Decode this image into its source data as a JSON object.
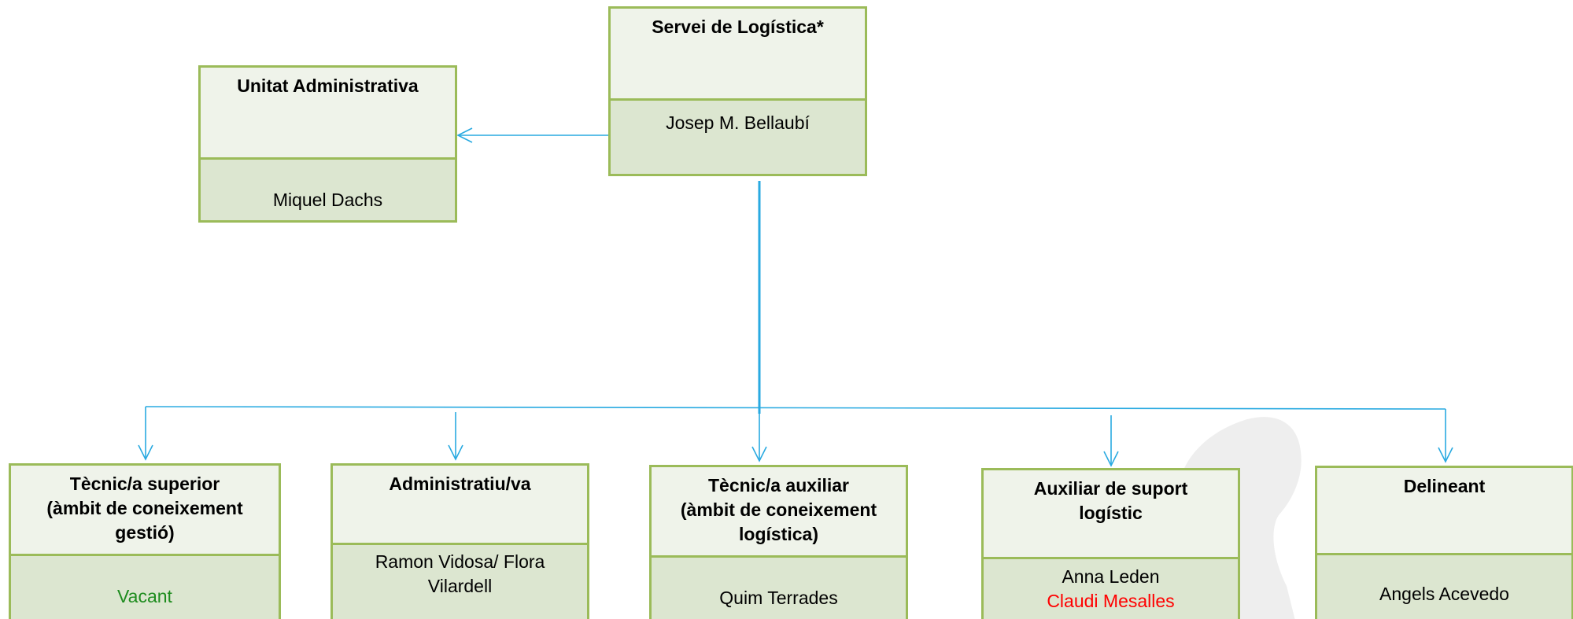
{
  "colors": {
    "connector": "#29aae1",
    "box_border": "#9bbb59",
    "header_fill": "#eff3ea",
    "body_fill": "#dce6d0",
    "vacant_text": "#1e8c1e",
    "alert_text": "#ff0000"
  },
  "top": {
    "title": "Servei de Logística*",
    "person": "Josep M. Bellaubí"
  },
  "admin_unit": {
    "title": "Unitat Administrativa",
    "person": "Miquel Dachs"
  },
  "units": [
    {
      "title_lines": [
        "Tècnic/a superior",
        "(àmbit de coneixement",
        "gestió)"
      ],
      "person_lines": [
        "Vacant"
      ]
    },
    {
      "title_lines": [
        "Administratiu/va"
      ],
      "person_lines": [
        "Ramon Vidosa/ Flora",
        "Vilardell"
      ]
    },
    {
      "title_lines": [
        "Tècnic/a auxiliar",
        "(àmbit de coneixement",
        "logística)"
      ],
      "person_lines": [
        "Quim Terrades"
      ]
    },
    {
      "title_lines": [
        "Auxiliar de suport",
        "logístic"
      ],
      "person_lines": [
        "Anna Leden",
        "Claudi Mesalles"
      ]
    },
    {
      "title_lines": [
        "Delineant"
      ],
      "person_lines": [
        "Angels Acevedo"
      ]
    }
  ]
}
